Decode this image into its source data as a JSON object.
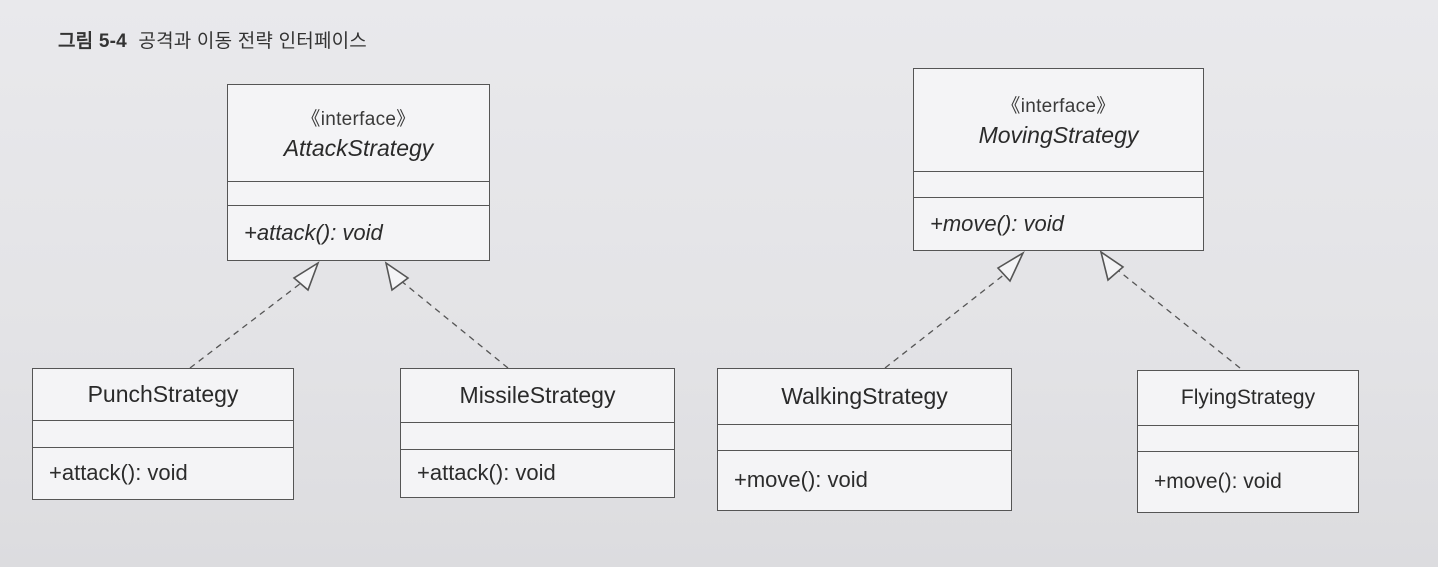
{
  "caption": {
    "number": "그림 5-4",
    "title": "공격과 이동 전략 인터페이스"
  },
  "interfaces": {
    "attack": {
      "stereotype": "《interface》",
      "name": "AttackStrategy",
      "operation": "+attack(): void"
    },
    "moving": {
      "stereotype": "《interface》",
      "name": "MovingStrategy",
      "operation": "+move(): void"
    }
  },
  "classes": {
    "punch": {
      "name": "PunchStrategy",
      "operation": "+attack(): void"
    },
    "missile": {
      "name": "MissileStrategy",
      "operation": "+attack(): void"
    },
    "walking": {
      "name": "WalkingStrategy",
      "operation": "+move(): void"
    },
    "flying": {
      "name": "FlyingStrategy",
      "operation": "+move(): void"
    }
  },
  "colors": {
    "line": "#555555",
    "box_fill": "#f4f4f6",
    "background": "#e6e6e9"
  }
}
